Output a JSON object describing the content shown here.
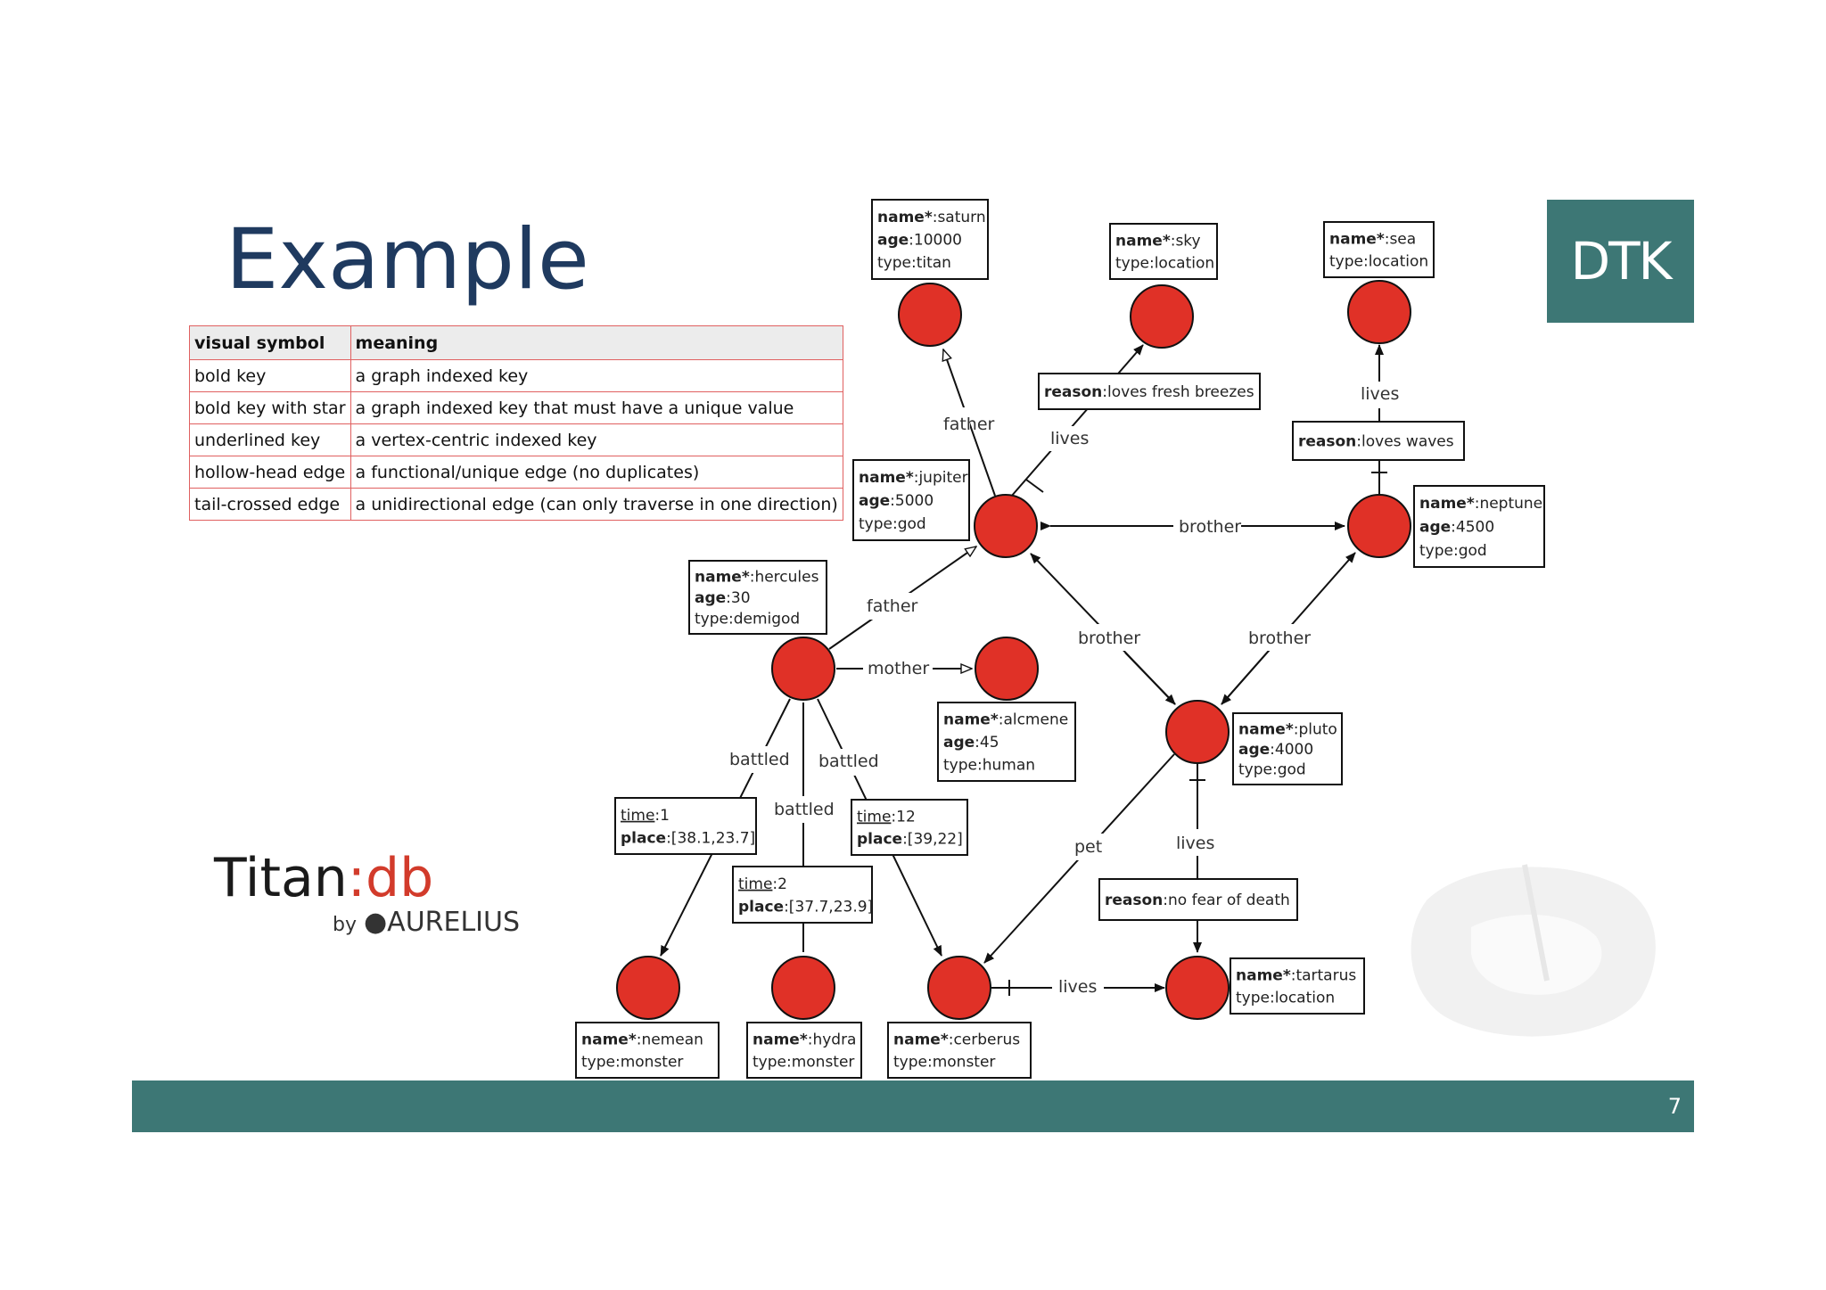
{
  "slide": {
    "title": "Example",
    "page_number": "7",
    "logo_text": "DTK",
    "titan_logo": {
      "name": "Titan",
      "colon": ":",
      "db": "db",
      "by": "by",
      "company": "AURELIUS"
    }
  },
  "legend": {
    "headers": [
      "visual symbol",
      "meaning"
    ],
    "rows": [
      {
        "symbol": "bold key",
        "meaning": "a graph indexed key"
      },
      {
        "symbol": "bold key with star",
        "meaning": "a graph indexed key that must have a unique value"
      },
      {
        "symbol": "underlined key",
        "meaning": "a vertex-centric indexed key"
      },
      {
        "symbol": "hollow-head edge",
        "meaning": "a functional/unique edge (no duplicates)"
      },
      {
        "symbol": "tail-crossed edge",
        "meaning": "a unidirectional edge (can only traverse in one direction)"
      }
    ]
  },
  "graph": {
    "node_color": "#e03127",
    "vertices": {
      "saturn": [
        {
          "k": "name*",
          "v": ":saturn",
          "b": true
        },
        {
          "k": "age",
          "v": ":10000",
          "b": true
        },
        {
          "k": "type",
          "v": ":titan"
        }
      ],
      "sky": [
        {
          "k": "name*",
          "v": ":sky",
          "b": true
        },
        {
          "k": "type",
          "v": ":location"
        }
      ],
      "sea": [
        {
          "k": "name*",
          "v": ":sea",
          "b": true
        },
        {
          "k": "type",
          "v": ":location"
        }
      ],
      "jupiter": [
        {
          "k": "name*",
          "v": ":jupiter",
          "b": true
        },
        {
          "k": "age",
          "v": ":5000",
          "b": true
        },
        {
          "k": "type",
          "v": ":god"
        }
      ],
      "neptune": [
        {
          "k": "name*",
          "v": ":neptune",
          "b": true
        },
        {
          "k": "age",
          "v": ":4500",
          "b": true
        },
        {
          "k": "type",
          "v": ":god"
        }
      ],
      "hercules": [
        {
          "k": "name*",
          "v": ":hercules",
          "b": true
        },
        {
          "k": "age",
          "v": ":30",
          "b": true
        },
        {
          "k": "type",
          "v": ":demigod"
        }
      ],
      "alcmene": [
        {
          "k": "name*",
          "v": ":alcmene",
          "b": true
        },
        {
          "k": "age",
          "v": ":45",
          "b": true
        },
        {
          "k": "type",
          "v": ":human"
        }
      ],
      "pluto": [
        {
          "k": "name*",
          "v": ":pluto",
          "b": true
        },
        {
          "k": "age",
          "v": ":4000",
          "b": true
        },
        {
          "k": "type",
          "v": ":god"
        }
      ],
      "nemean": [
        {
          "k": "name*",
          "v": ":nemean",
          "b": true
        },
        {
          "k": "type",
          "v": ":monster"
        }
      ],
      "hydra": [
        {
          "k": "name*",
          "v": ":hydra",
          "b": true
        },
        {
          "k": "type",
          "v": ":monster"
        }
      ],
      "cerberus": [
        {
          "k": "name*",
          "v": ":cerberus",
          "b": true
        },
        {
          "k": "type",
          "v": ":monster"
        }
      ],
      "tartarus": [
        {
          "k": "name*",
          "v": ":tartarus",
          "b": true
        },
        {
          "k": "type",
          "v": ":location"
        }
      ]
    },
    "edges": {
      "jupiter_father": "father",
      "jupiter_lives": "lives",
      "sea_lives": "lives",
      "brother_jn": "brother",
      "brother_jp": "brother",
      "brother_np": "brother",
      "hercules_father": "father",
      "mother": "mother",
      "battled_1": "battled",
      "battled_2": "battled",
      "battled_3": "battled",
      "pet": "pet",
      "pluto_lives": "lives",
      "cerberus_lives": "lives"
    },
    "edge_props": {
      "sky": [
        {
          "k": "reason",
          "v": ":loves fresh breezes",
          "b": true
        }
      ],
      "sea": [
        {
          "k": "reason",
          "v": ":loves waves",
          "b": true
        }
      ],
      "tartarus": [
        {
          "k": "reason",
          "v": ":no fear of death",
          "b": true
        }
      ],
      "battle_nemean": [
        {
          "k": "time",
          "v": ":1",
          "u": true
        },
        {
          "k": "place",
          "v": ":[38.1,23.7]",
          "b": true
        }
      ],
      "battle_hydra": [
        {
          "k": "time",
          "v": ":2",
          "u": true
        },
        {
          "k": "place",
          "v": ":[37.7,23.9]",
          "b": true
        }
      ],
      "battle_cerberus": [
        {
          "k": "time",
          "v": ":12",
          "u": true
        },
        {
          "k": "place",
          "v": ":[39,22]",
          "b": true
        }
      ]
    }
  }
}
